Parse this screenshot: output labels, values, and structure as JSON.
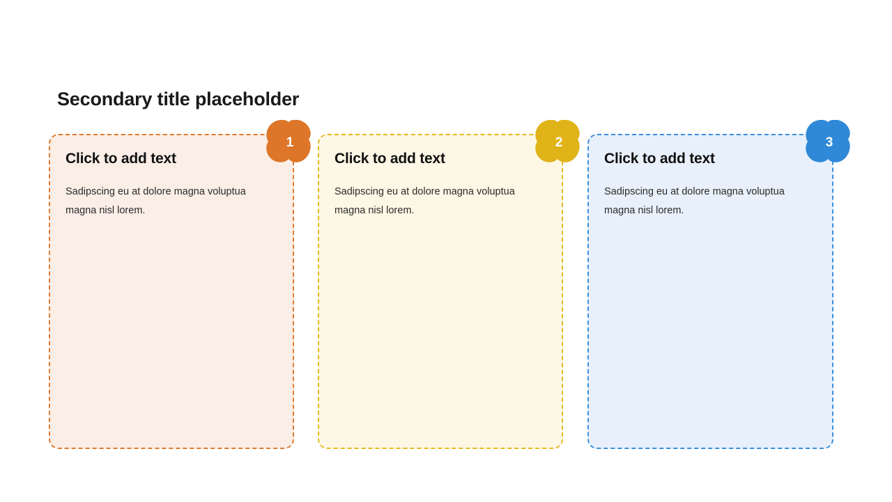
{
  "slide": {
    "title": "Secondary title placeholder",
    "background_color": "#FFFFFF"
  },
  "cards": [
    {
      "number": "1",
      "heading": "Click to add text",
      "body": "Sadipscing eu at dolore magna voluptua magna nisl lorem.",
      "accent_color": "#E07B2E",
      "badge_color": "#DD7629",
      "fill_color": "#FAEEE7",
      "badge_icon": "blob-badge-icon"
    },
    {
      "number": "2",
      "heading": "Click to add text",
      "body": "Sadipscing eu at dolore magna voluptua magna nisl lorem.",
      "accent_color": "#E3BA22",
      "badge_color": "#E0B318",
      "fill_color": "#FDF8E5",
      "badge_icon": "blob-badge-icon"
    },
    {
      "number": "3",
      "heading": "Click to add text",
      "body": "Sadipscing eu at dolore magna voluptua magna nisl lorem.",
      "accent_color": "#3A8FDC",
      "badge_color": "#3089D8",
      "fill_color": "#E8F0FB",
      "badge_icon": "blob-badge-icon"
    }
  ]
}
